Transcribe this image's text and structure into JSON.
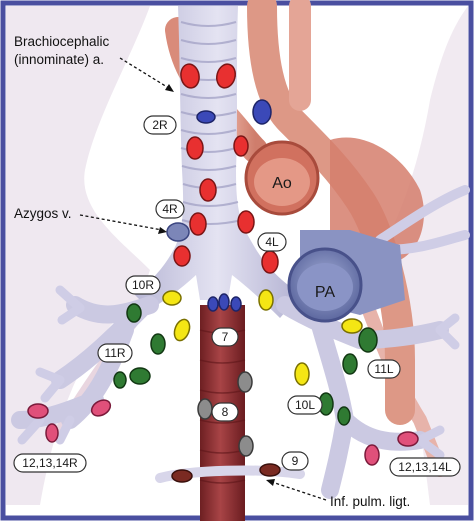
{
  "labels": {
    "brachiocephalic_line1": "Brachiocephalic",
    "brachiocephalic_line2": "(innominate) a.",
    "azygos": "Azygos v.",
    "inf_pulm_ligt": "Inf. pulm. ligt.",
    "ao": "Ao",
    "pa": "PA"
  },
  "stations": {
    "s2R": "2R",
    "s4R": "4R",
    "s4L": "4L",
    "s10R": "10R",
    "s11R": "11R",
    "s7": "7",
    "s8": "8",
    "s9": "9",
    "s10L": "10L",
    "s11L": "11L",
    "s12R": "12,13,14R",
    "s12L": "12,13,14L"
  },
  "colors": {
    "border": "#4a4fa0",
    "lung": "#efe8f0",
    "trachea": "#c9c8e0",
    "aorta": "#e8a99a",
    "aorta_dark": "#c8604f",
    "pa": "#7c86b8",
    "esophagus": "#8c2e30",
    "node_red": "#e83030",
    "node_blue": "#3b49b8",
    "node_yellow": "#f4e614",
    "node_green": "#2f7a32",
    "node_pink": "#e0507a",
    "node_gray": "#8c8c8c",
    "node_brown": "#7a2a22"
  }
}
